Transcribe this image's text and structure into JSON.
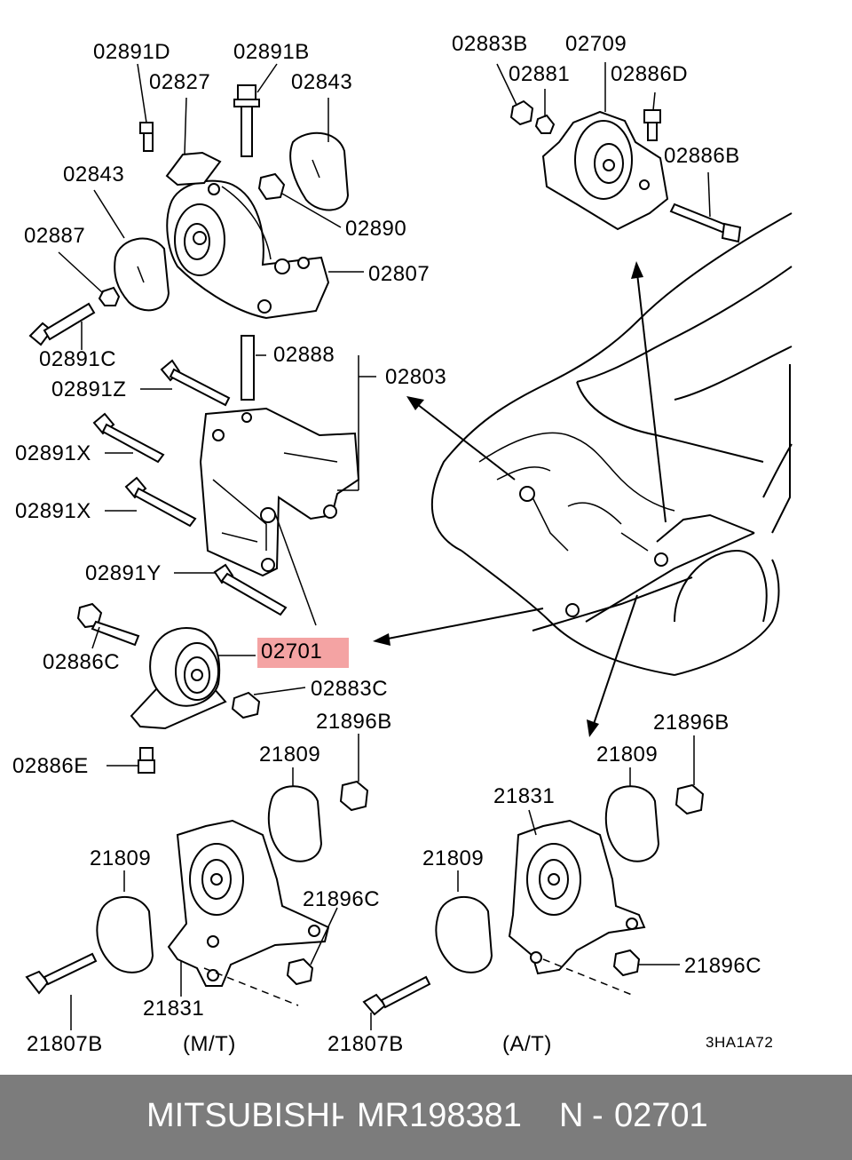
{
  "labels": [
    {
      "id": "l1",
      "text": "02891D"
    },
    {
      "id": "l2",
      "text": "02891B"
    },
    {
      "id": "l3",
      "text": "02827"
    },
    {
      "id": "l4",
      "text": "02843"
    },
    {
      "id": "l5",
      "text": "02843"
    },
    {
      "id": "l6",
      "text": "02887"
    },
    {
      "id": "l7",
      "text": "02890"
    },
    {
      "id": "l8",
      "text": "02807"
    },
    {
      "id": "l9",
      "text": "02891C"
    },
    {
      "id": "l10",
      "text": "02888"
    },
    {
      "id": "l11",
      "text": "02803"
    },
    {
      "id": "l12",
      "text": "02891Z"
    },
    {
      "id": "l13",
      "text": "02891X"
    },
    {
      "id": "l14",
      "text": "02891X"
    },
    {
      "id": "l15",
      "text": "02891Y"
    },
    {
      "id": "l16",
      "text": "02886C"
    },
    {
      "id": "l17",
      "text": "02701"
    },
    {
      "id": "l18",
      "text": "02883C"
    },
    {
      "id": "l19",
      "text": "02886E"
    },
    {
      "id": "l20",
      "text": "02883B"
    },
    {
      "id": "l21",
      "text": "02709"
    },
    {
      "id": "l22",
      "text": "02881"
    },
    {
      "id": "l23",
      "text": "02886D"
    },
    {
      "id": "l24",
      "text": "02886B"
    },
    {
      "id": "l25",
      "text": "21896B"
    },
    {
      "id": "l26",
      "text": "21896B"
    },
    {
      "id": "l27",
      "text": "21809"
    },
    {
      "id": "l28",
      "text": "21809"
    },
    {
      "id": "l29",
      "text": "21809"
    },
    {
      "id": "l30",
      "text": "21809"
    },
    {
      "id": "l31",
      "text": "21831"
    },
    {
      "id": "l32",
      "text": "21831"
    },
    {
      "id": "l33",
      "text": "21896C"
    },
    {
      "id": "l34",
      "text": "21896C"
    },
    {
      "id": "l35",
      "text": "21807B"
    },
    {
      "id": "l36",
      "text": "21807B"
    },
    {
      "id": "l37",
      "text": "(M/T)"
    },
    {
      "id": "l38",
      "text": "(A/T)"
    },
    {
      "id": "l39",
      "text": "3HA1A72"
    }
  ],
  "highlight_label": "02701",
  "footer": {
    "brand": "MITSUBISHI",
    "sep1": "-",
    "part_number": "MR198381",
    "ref_prefix": "N",
    "sep2": "-",
    "ref_number": "02701"
  },
  "colors": {
    "highlight": "#f4a3a3",
    "footer_bg": "#7c7c7c",
    "footer_text": "#ffffff",
    "line": "#000000"
  }
}
